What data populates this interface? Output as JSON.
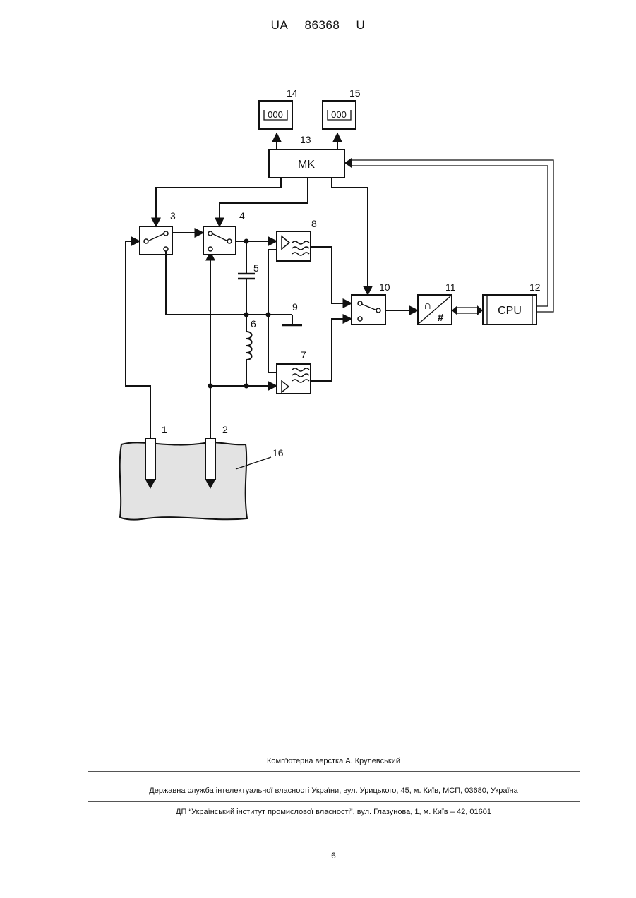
{
  "header": {
    "country": "UA",
    "number": "86368",
    "kind": "U"
  },
  "figure": {
    "labels": {
      "n1": "1",
      "n2": "2",
      "n3": "3",
      "n4": "4",
      "n5": "5",
      "n6": "6",
      "n7": "7",
      "n8": "8",
      "n9": "9",
      "n10": "10",
      "n11": "11",
      "n12": "12",
      "n13": "13",
      "n14": "14",
      "n15": "15",
      "n16": "16"
    },
    "mk_label": "MK",
    "cpu_label": "CPU",
    "display_14": "000",
    "display_15": "000",
    "adc_in": "∩",
    "adc_out": "#"
  },
  "footer": {
    "layout_credit": "Комп'ютерна верстка А. Крулевський",
    "agency": "Державна служба інтелектуальної власності України, вул. Урицького, 45, м. Київ, МСП, 03680, Україна",
    "institute": "ДП “Український інститут промислової власності”, вул. Глазунова, 1, м. Київ – 42, 01601",
    "page_number": "6"
  }
}
